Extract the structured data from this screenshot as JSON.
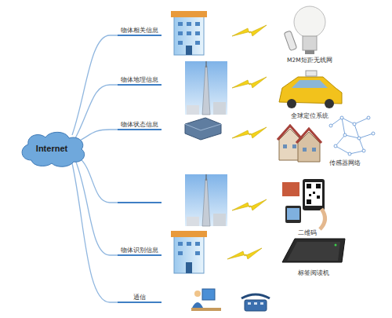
{
  "diagram": {
    "nodes": [
      {
        "text": [
          "Internet"
        ]
      }
    ],
    "labels": [
      "物体相关信息",
      "M2M短距无线网",
      "物体地理信息",
      "全球定位系统",
      "物体状态信息",
      "传感器网络",
      "二维码",
      "物体识别信息",
      "标签阅读机",
      "通信"
    ]
  }
}
